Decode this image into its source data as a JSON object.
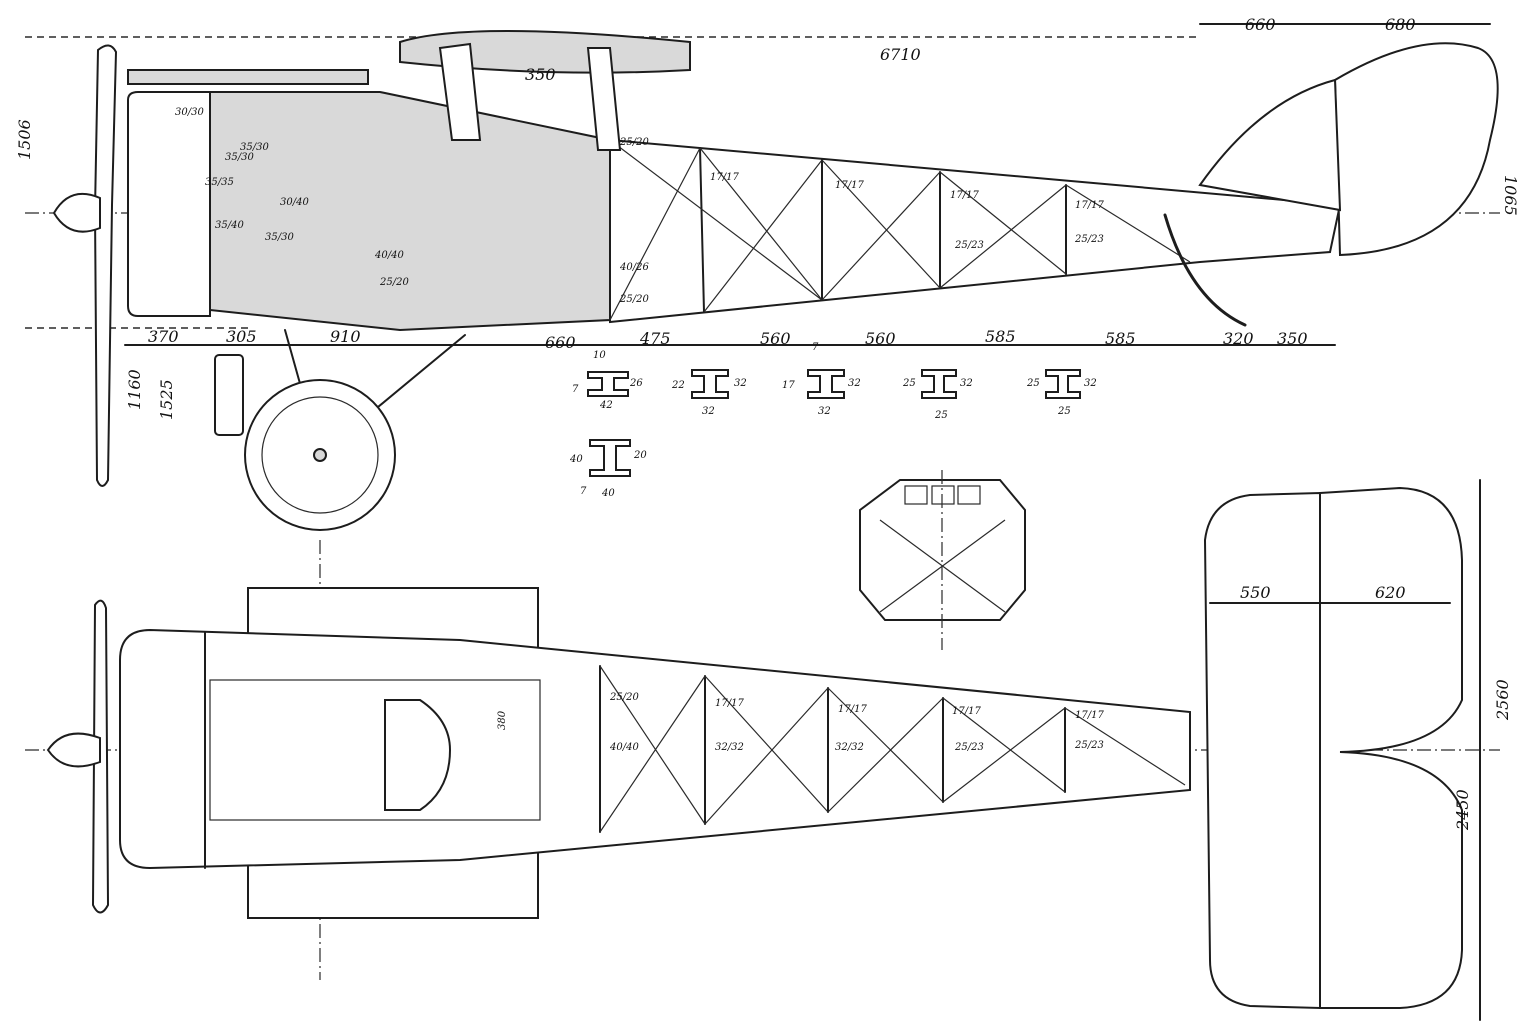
{
  "side_view": {
    "overall_length": "6710",
    "height": "1506",
    "tail_height": "1065",
    "tail_spans": [
      "660",
      "680"
    ],
    "wing_chord": "350",
    "gear_height_a": "1160",
    "gear_height_b": "1525",
    "bay_spacings": [
      "370",
      "305",
      "910",
      "660",
      "475",
      "560",
      "560",
      "585",
      "585",
      "320",
      "350"
    ],
    "member_sizes": [
      "25/20",
      "17/17",
      "17/17",
      "17/17",
      "17/17",
      "25/23",
      "25/23",
      "40/26",
      "25/20",
      "35/30",
      "35/30",
      "35/40",
      "30/40",
      "40/40",
      "25/20",
      "30/30",
      "35/35",
      "35/30"
    ]
  },
  "sections": {
    "a": {
      "top": "10",
      "left": "7",
      "right": "26",
      "bottom": "42"
    },
    "b": {
      "left": "22",
      "right": "32",
      "bottom": "32"
    },
    "c": {
      "left": "17",
      "right": "32",
      "bottom": "32",
      "top": "7"
    },
    "d": {
      "left": "25",
      "right": "32",
      "bottom": "25"
    },
    "e": {
      "left": "25",
      "right": "32",
      "bottom": "25"
    },
    "f": {
      "left": "40",
      "right": "20",
      "bottom": "40",
      "lower": "7"
    }
  },
  "plan_view": {
    "tail_span": "2560",
    "elevator_span": "2450",
    "tailplane_chord": "550",
    "elevator_chord": "620",
    "cockpit_dim": "380",
    "member_sizes": [
      "25/20",
      "17/17",
      "17/17",
      "17/17",
      "17/17",
      "25/23",
      "25/23",
      "40/40",
      "32/32",
      "32/32"
    ]
  }
}
